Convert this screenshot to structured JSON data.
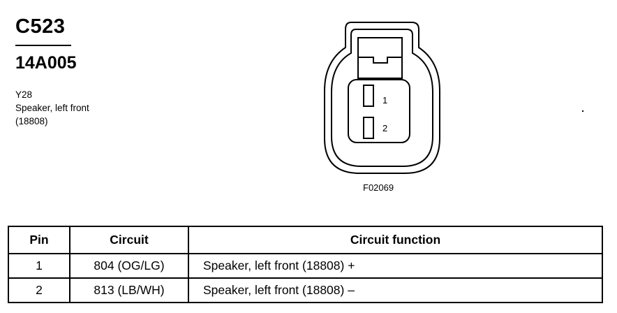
{
  "header": {
    "connector_id": "C523",
    "part_number": "14A005",
    "component_lines": [
      "Y28",
      "Speaker, left front",
      "(18808)"
    ]
  },
  "diagram": {
    "pin_labels": [
      "1",
      "2"
    ],
    "figure_id": "F02069"
  },
  "table": {
    "columns": [
      "Pin",
      "Circuit",
      "Circuit function"
    ],
    "rows": [
      {
        "pin": "1",
        "circuit": "804 (OG/LG)",
        "function": "Speaker, left front (18808) +"
      },
      {
        "pin": "2",
        "circuit": "813 (LB/WH)",
        "function": "Speaker, left front (18808) –"
      }
    ]
  }
}
